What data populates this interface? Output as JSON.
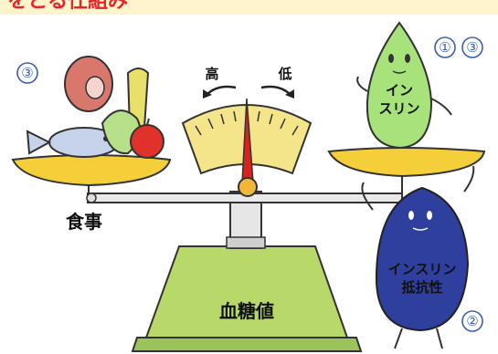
{
  "header_fragment": "をとる仕組み",
  "balance": {
    "left_label": "食事",
    "base_label": "血糖値",
    "direction_high": "高",
    "direction_low": "低"
  },
  "characters": {
    "insulin_drop": {
      "line1": "イン",
      "line2": "スリン",
      "markers": [
        "①",
        "③"
      ]
    },
    "resistance_blob": {
      "line1": "インスリン",
      "line2": "抵抗性",
      "marker": "②"
    },
    "food_marker": "③"
  },
  "colors": {
    "header_red": "#e8232a",
    "scale_gold": "#f4cf3a",
    "base_green": "#b9d86a",
    "needle_red": "#d8231c",
    "drop_green": "#a8e27a",
    "blob_blue": "#2f3f9e",
    "marker_blue": "#3a5fb0"
  }
}
